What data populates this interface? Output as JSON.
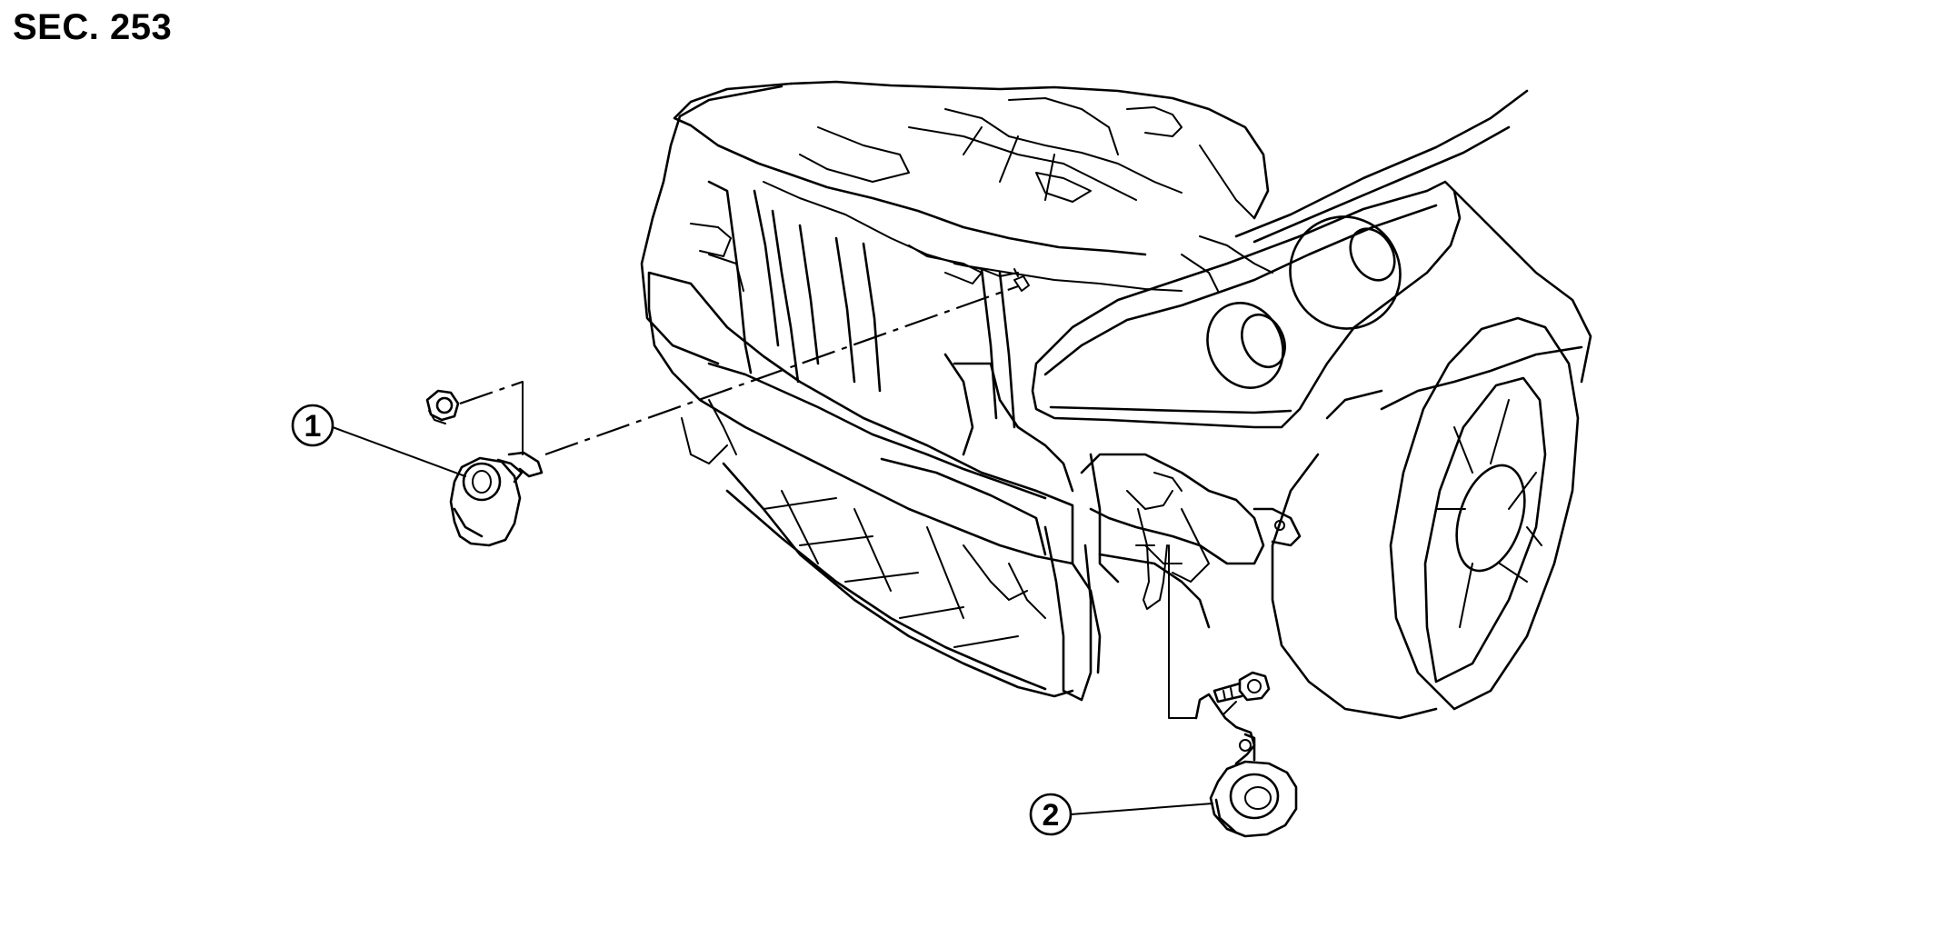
{
  "header": {
    "section_label": "SEC. 253"
  },
  "callouts": [
    {
      "id": "1",
      "glyph": "1"
    },
    {
      "id": "2",
      "glyph": "2"
    }
  ]
}
